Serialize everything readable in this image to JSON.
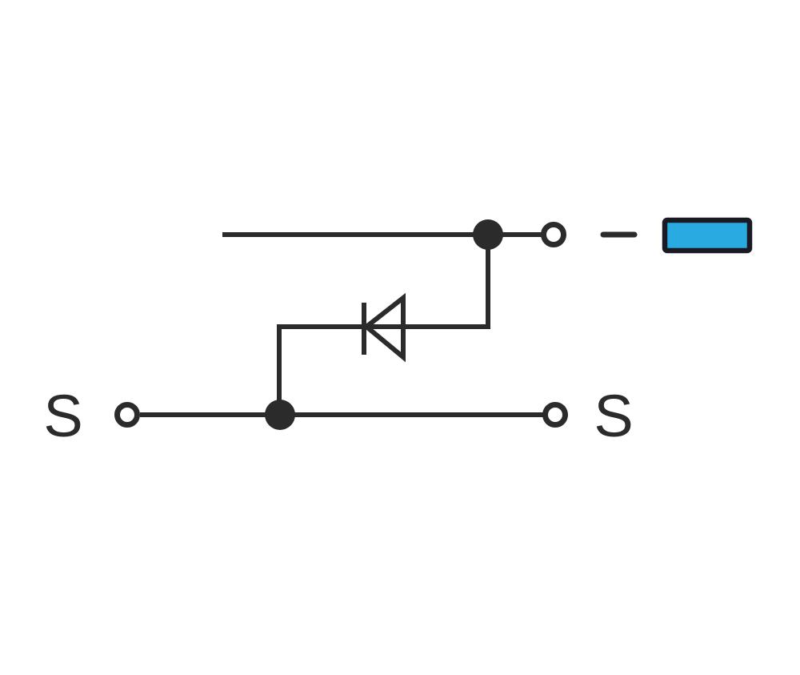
{
  "schematic": {
    "labels": {
      "terminal_left": "S",
      "terminal_right": "S",
      "polarity_minus": "−"
    },
    "colors": {
      "ink": "#2b2b2b",
      "canvas": "#ffffff",
      "marker_fill": "#29abe2",
      "marker_stroke": "#1a1a24"
    },
    "icons": {
      "diode": "diode-symbol",
      "junction": "filled-junction-dot",
      "terminal": "open-circle-terminal",
      "marker": "blue-rectangle-marker",
      "minus": "minus-sign"
    }
  }
}
